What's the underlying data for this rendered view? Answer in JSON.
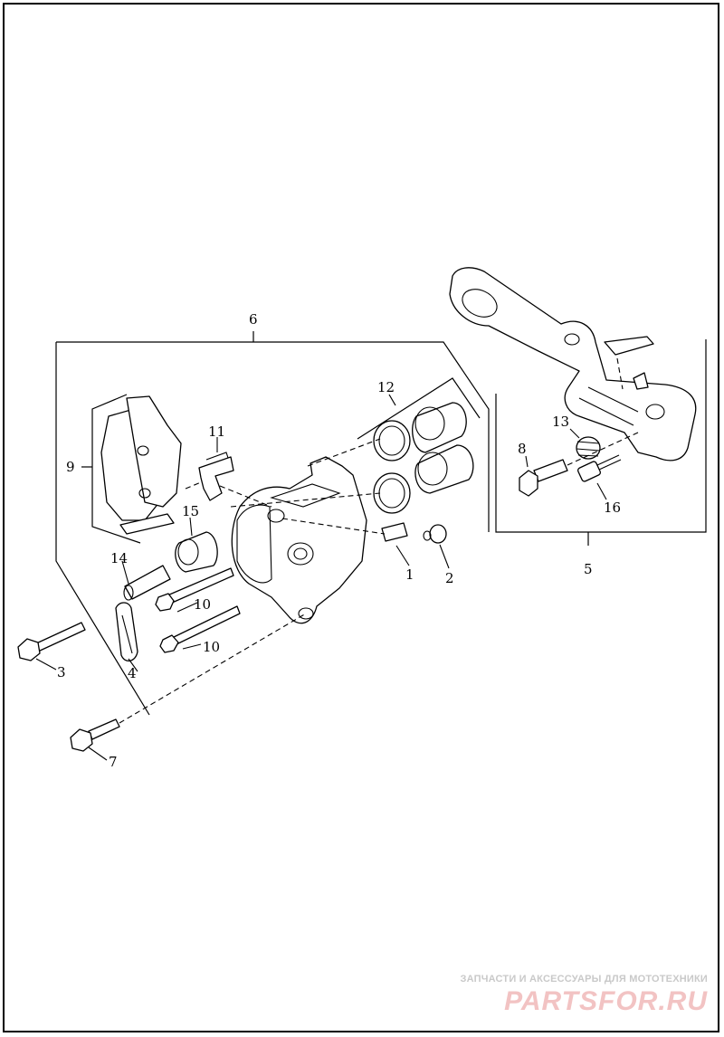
{
  "callouts": {
    "c1": "1",
    "c2": "2",
    "c3": "3",
    "c4": "4",
    "c5": "5",
    "c6": "6",
    "c7": "7",
    "c8": "8",
    "c9": "9",
    "c10a": "10",
    "c10b": "10",
    "c11": "11",
    "c12": "12",
    "c13": "13",
    "c14": "14",
    "c15": "15",
    "c16": "16"
  },
  "watermark": {
    "tagline": "ЗАПЧАСТИ И АКСЕССУАРЫ ДЛЯ МОТОТЕХНИКИ",
    "logo": "PARTSFOR.RU"
  }
}
